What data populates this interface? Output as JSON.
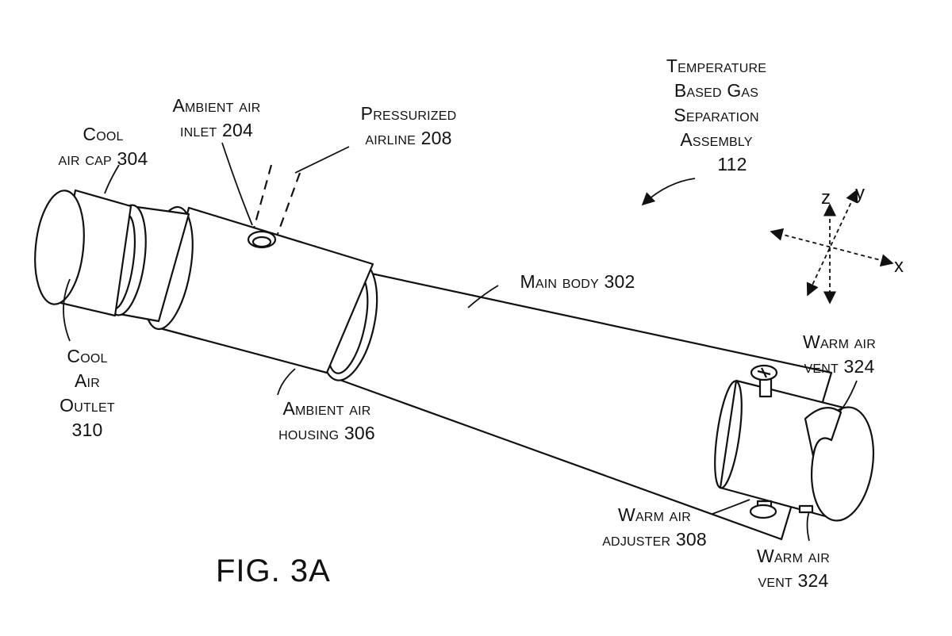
{
  "figure": {
    "caption": "FIG. 3A"
  },
  "title_block": {
    "lines": [
      "Temperature",
      "Based Gas",
      "Separation",
      "Assembly"
    ],
    "ref": "112"
  },
  "labels": {
    "cool_air_cap": [
      "Cool",
      "air cap 304"
    ],
    "ambient_air_inlet": [
      "Ambient air",
      "inlet 204"
    ],
    "pressurized_airline": [
      "Pressurized",
      "airline 208"
    ],
    "main_body": [
      "Main body 302"
    ],
    "cool_air_outlet": [
      "Cool",
      "Air",
      "Outlet",
      "310"
    ],
    "ambient_air_housing": [
      "Ambient air",
      "housing 306"
    ],
    "warm_air_vent_top": [
      "Warm air",
      "vent 324"
    ],
    "warm_air_adjuster": [
      "Warm air",
      "adjuster 308"
    ],
    "warm_air_vent_bottom": [
      "Warm air",
      "vent 324"
    ]
  },
  "axes": {
    "z": "z",
    "y": "y",
    "x": "x"
  },
  "colors": {
    "line": "#111111",
    "background": "#ffffff"
  }
}
